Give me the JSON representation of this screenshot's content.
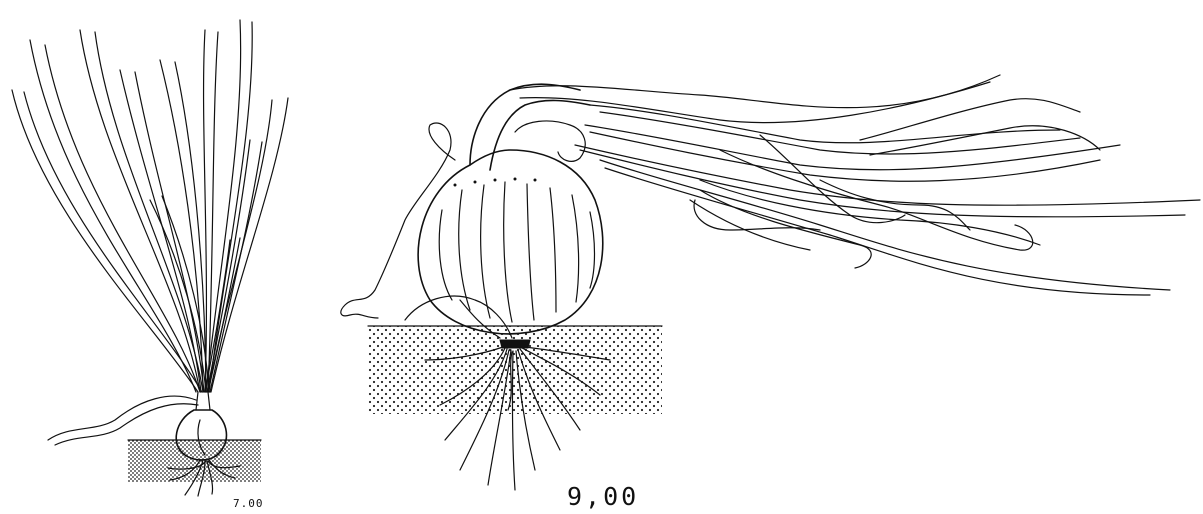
{
  "figures": [
    {
      "id": "young-onion",
      "label": "7.00"
    },
    {
      "id": "mature-onion",
      "label": "9,00"
    }
  ],
  "colors": {
    "ink": "#111111",
    "background": "#ffffff"
  }
}
